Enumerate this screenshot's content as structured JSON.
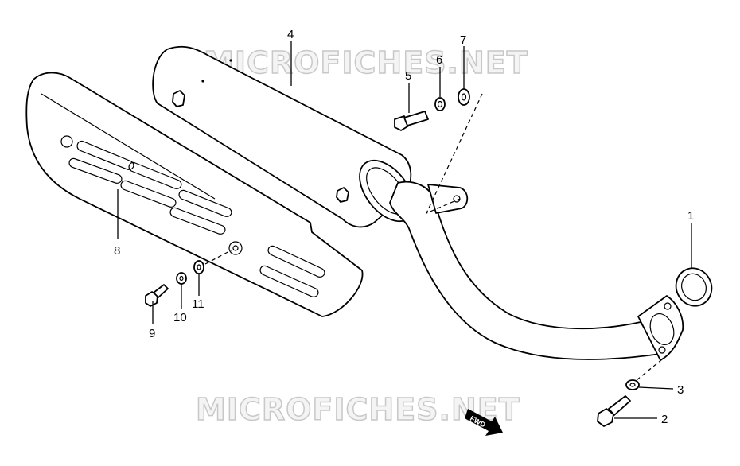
{
  "watermark": {
    "top": "MICROFICHES.NET",
    "bottom": "MICROFICHES.NET"
  },
  "fwd_label": "FWD",
  "callouts": {
    "c1": "1",
    "c2": "2",
    "c3": "3",
    "c4": "4",
    "c5": "5",
    "c6": "6",
    "c7": "7",
    "c8": "8",
    "c9": "9",
    "c10": "10",
    "c11": "11"
  }
}
